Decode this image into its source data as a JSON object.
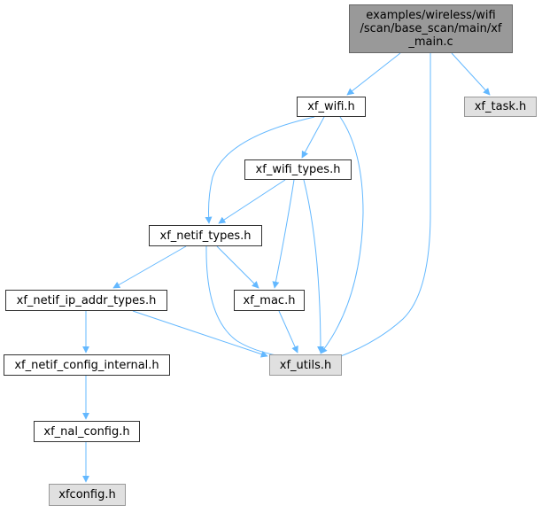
{
  "nodes": {
    "root": {
      "label": "examples/wireless/wifi /scan/base_scan/main/xf _main.c"
    },
    "xf_wifi": {
      "label": "xf_wifi.h"
    },
    "xf_task": {
      "label": "xf_task.h"
    },
    "xf_wifi_types": {
      "label": "xf_wifi_types.h"
    },
    "xf_netif_types": {
      "label": "xf_netif_types.h"
    },
    "xf_netif_ip_addr_types": {
      "label": "xf_netif_ip_addr_types.h"
    },
    "xf_mac": {
      "label": "xf_mac.h"
    },
    "xf_utils": {
      "label": "xf_utils.h"
    },
    "xf_netif_config_internal": {
      "label": "xf_netif_config_internal.h"
    },
    "xf_nal_config": {
      "label": "xf_nal_config.h"
    },
    "xfconfig": {
      "label": "xfconfig.h"
    }
  },
  "edges": [
    {
      "from": "root",
      "to": "xf_wifi"
    },
    {
      "from": "root",
      "to": "xf_utils"
    },
    {
      "from": "root",
      "to": "xf_task"
    },
    {
      "from": "xf_wifi",
      "to": "xf_wifi_types"
    },
    {
      "from": "xf_wifi",
      "to": "xf_netif_types"
    },
    {
      "from": "xf_wifi",
      "to": "xf_utils"
    },
    {
      "from": "xf_wifi_types",
      "to": "xf_netif_types"
    },
    {
      "from": "xf_wifi_types",
      "to": "xf_mac"
    },
    {
      "from": "xf_wifi_types",
      "to": "xf_utils"
    },
    {
      "from": "xf_netif_types",
      "to": "xf_netif_ip_addr_types"
    },
    {
      "from": "xf_netif_types",
      "to": "xf_mac"
    },
    {
      "from": "xf_netif_types",
      "to": "xf_utils"
    },
    {
      "from": "xf_netif_ip_addr_types",
      "to": "xf_netif_config_internal"
    },
    {
      "from": "xf_netif_ip_addr_types",
      "to": "xf_utils"
    },
    {
      "from": "xf_mac",
      "to": "xf_utils"
    },
    {
      "from": "xf_netif_config_internal",
      "to": "xf_nal_config"
    },
    {
      "from": "xf_nal_config",
      "to": "xfconfig"
    }
  ],
  "colors": {
    "edge": "#63b8ff",
    "root_fill": "#999999",
    "external_fill": "#e0e0e0",
    "node_fill": "#ffffff",
    "node_border": "#333333"
  }
}
